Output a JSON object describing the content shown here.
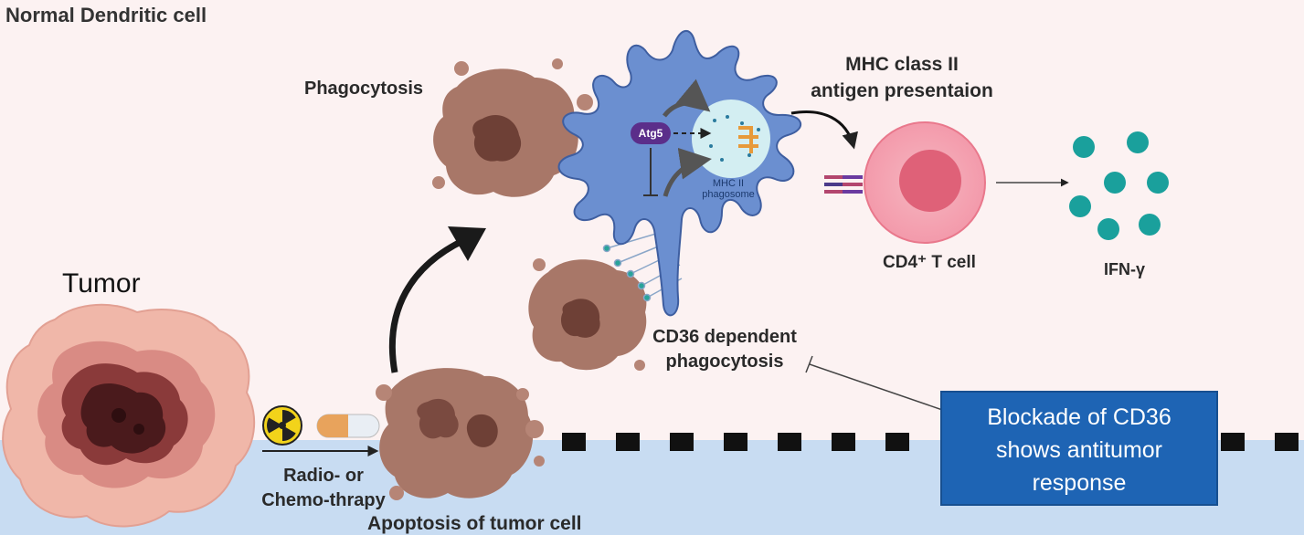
{
  "title": "Normal Dendritic cell",
  "tumor": {
    "label": "Tumor"
  },
  "phagocytosis": {
    "label": "Phagocytosis"
  },
  "mhc": {
    "label_line1": "MHC class II",
    "label_line2": "antigen presentaion"
  },
  "dendritic_cell": {
    "atg5": "Atg5",
    "phagosome_line1": "MHC II",
    "phagosome_line2": "phagosome"
  },
  "t_cell": {
    "label": "CD4⁺ T cell"
  },
  "ifn": {
    "label": "IFN-γ"
  },
  "cd36": {
    "label_line1": "CD36 dependent",
    "label_line2": "phagocytosis"
  },
  "therapy": {
    "label_line1": "Radio- or",
    "label_line2": "Chemo-thrapy"
  },
  "apoptosis": {
    "label": "Apoptosis of tumor cell"
  },
  "blockade": {
    "line1": "Blockade of CD36",
    "line2": "shows antitumor",
    "line3": "response"
  },
  "colors": {
    "background": "#fcf2f2",
    "membrane_band": "#c8dcf2",
    "dendritic_cell": "#6b8fd0",
    "t_cell": "#f4a7b4",
    "ifn": "#1aa09c",
    "blockade_box": "#1e64b4"
  }
}
